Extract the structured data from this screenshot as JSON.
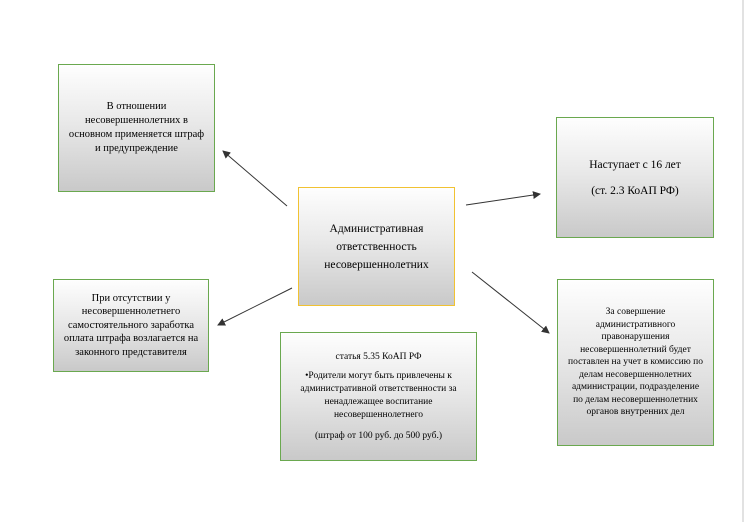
{
  "center": {
    "text": "Административная\nответственность\nнесовершеннолетних"
  },
  "top_left": {
    "text": "В отношении\nнесовершеннолетних в\nосновном применяется штраф\nи предупреждение"
  },
  "top_right": {
    "line1": "Наступает с 16 лет",
    "line2": "(ст. 2.3 КоАП РФ)"
  },
  "bottom_left": {
    "text": "При отсутствии у\nнесовершеннолетнего\nсамостоятельного заработка\nоплата штрафа возлагается на\nзаконного представителя"
  },
  "bottom_middle": {
    "article": "статья 5.35 КоАП РФ",
    "body": "•Родители могут быть привлечены к\nадминистративной ответственности за\nненадлежащее воспитание\nнесовершеннолетнего",
    "fine": "(штраф от 100 руб. до 500 руб.)"
  },
  "bottom_right": {
    "text": "За совершение\nадминистративного\nправонарушения\nнесовершеннолетний будет\nпоставлен на учет в комиссию по\nделам несовершеннолетних\nадминистрации, подразделение\nпо делам несовершеннолетних\nорганов внутренних дел"
  },
  "colors": {
    "box_border": "#6aa84f",
    "center_border": "#f1c232",
    "arrow": "#333333"
  }
}
